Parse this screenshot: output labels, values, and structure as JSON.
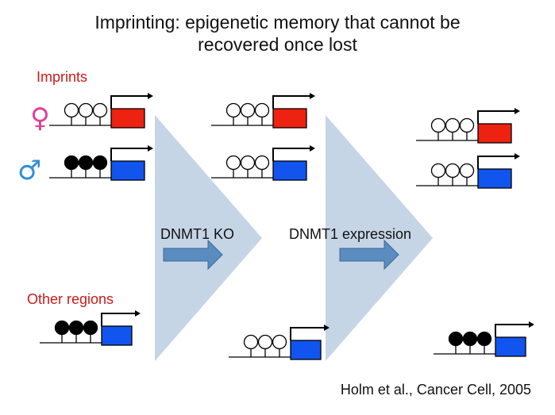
{
  "title": {
    "line1": "Imprinting:  epigenetic memory that cannot be",
    "line2": "recovered once lost"
  },
  "labels": {
    "imprints": "Imprints",
    "other_regions": "Other regions"
  },
  "steps": {
    "step1": "DNMT1 KO",
    "step2": "DNMT1 expression"
  },
  "citation": "Holm et al., Cancer Cell, 2005",
  "symbols": {
    "female": "♀",
    "male": "♂"
  },
  "colors": {
    "maternal_gene": "#ee2211",
    "paternal_gene": "#1155ee",
    "methylated": "#000000",
    "unmethylated": "#ffffff",
    "panel": "#c6d5e6",
    "arrow": "#5b8cc0",
    "female_symbol": "#e0419a",
    "male_symbol": "#2f8fd8",
    "label_red": "#cc1a1a"
  },
  "diagram": {
    "panels": [
      {
        "name": "initial",
        "loci": [
          {
            "name": "maternal-imprint",
            "methylation": [
              "unmethylated",
              "unmethylated",
              "unmethylated"
            ],
            "gene": "maternal"
          },
          {
            "name": "paternal-imprint",
            "methylation": [
              "methylated",
              "methylated",
              "methylated"
            ],
            "gene": "paternal"
          },
          {
            "name": "other-region",
            "methylation": [
              "methylated",
              "methylated",
              "methylated"
            ],
            "gene": "paternal"
          }
        ]
      },
      {
        "name": "after-dnmt1-ko",
        "loci": [
          {
            "name": "maternal-imprint",
            "methylation": [
              "unmethylated",
              "unmethylated",
              "unmethylated"
            ],
            "gene": "maternal"
          },
          {
            "name": "paternal-imprint",
            "methylation": [
              "unmethylated",
              "unmethylated",
              "unmethylated"
            ],
            "gene": "paternal"
          },
          {
            "name": "other-region",
            "methylation": [
              "unmethylated",
              "unmethylated",
              "unmethylated"
            ],
            "gene": "paternal"
          }
        ]
      },
      {
        "name": "after-dnmt1-expression",
        "loci": [
          {
            "name": "maternal-imprint",
            "methylation": [
              "unmethylated",
              "unmethylated",
              "unmethylated"
            ],
            "gene": "maternal"
          },
          {
            "name": "paternal-imprint",
            "methylation": [
              "unmethylated",
              "unmethylated",
              "unmethylated"
            ],
            "gene": "paternal"
          },
          {
            "name": "other-region",
            "methylation": [
              "methylated",
              "methylated",
              "methylated"
            ],
            "gene": "paternal"
          }
        ]
      }
    ]
  }
}
